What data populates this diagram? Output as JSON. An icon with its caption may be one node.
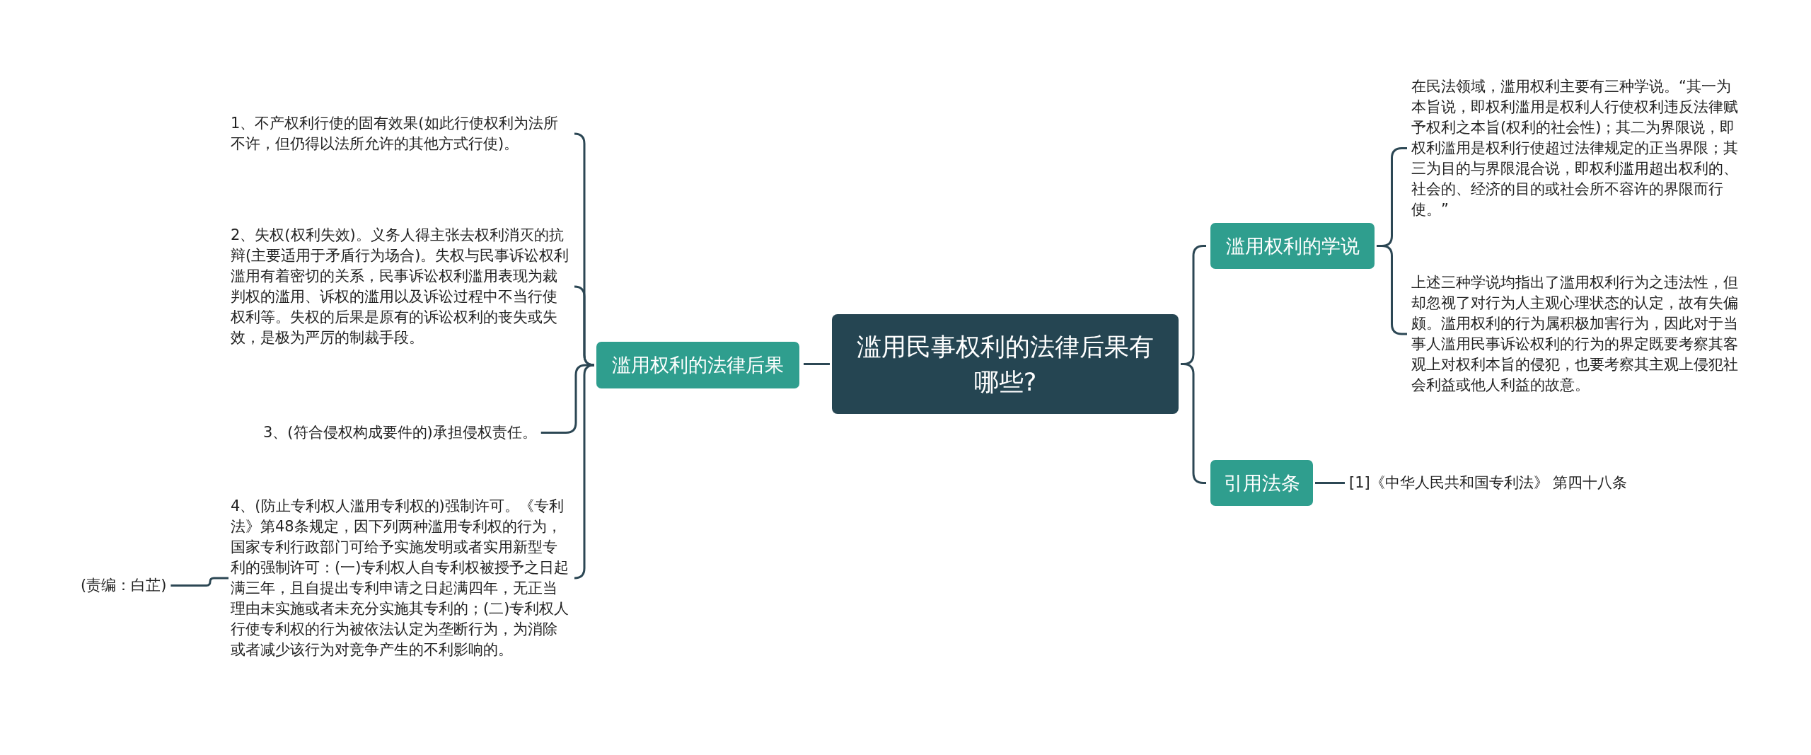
{
  "diagram": {
    "nodes": [
      {
        "text": [
          "滥用民事权利的法律后果有哪些?"
        ]
      },
      {
        "text": [
          "滥用权利的法律后果"
        ]
      },
      {
        "text": [
          "1、不产权利行使的固有效果(如此行使权利为法所不许，但仍得以法所允许的其他方式行使)。"
        ]
      },
      {
        "text": [
          "2、失权(权利失效)。义务人得主张去权利消灭的抗辩(主要适用于矛盾行为场合)。失权与民事诉讼权利滥用有着密切的关系，民事诉讼权利滥用表现为裁判权的滥用、诉权的滥用以及诉讼过程中不当行使权利等。失权的后果是原有的诉讼权利的丧失或失效，是极为严厉的制裁手段。"
        ]
      },
      {
        "text": [
          "3、(符合侵权构成要件的)承担侵权责任。"
        ]
      },
      {
        "text": [
          "4、(防止专利权人滥用专利权的)强制许可。《专利法》第48条规定，因下列两种滥用专利权的行为，国家专利行政部门可给予实施发明或者实用新型专利的强制许可：(一)专利权人自专利权被授予之日起满三年，且自提出专利申请之日起满四年，无正当理由未实施或者未充分实施其专利的；(二)专利权人行使专利权的行为被依法认定为垄断行为，为消除或者减少该行为对竞争产生的不利影响的。"
        ]
      },
      {
        "text": [
          "(责编：白芷)"
        ]
      },
      {
        "text": [
          "滥用权利的学说"
        ]
      },
      {
        "text": [
          "在民法领域，滥用权利主要有三种学说。“其一为本旨说，即权利滥用是权利人行使权利违反法律赋予权利之本旨(权利的社会性)；其二为界限说，即权利滥用是权利行使超过法律规定的正当界限；其三为目的与界限混合说，即权利滥用超出权利的、社会的、经济的目的或社会所不容许的界限而行使。”"
        ]
      },
      {
        "text": [
          "上述三种学说均指出了滥用权利行为之违法性，但却忽视了对行为人主观心理状态的认定，故有失偏颇。滥用权利的行为属积极加害行为，因此对于当事人滥用民事诉讼权利的行为的界定既要考察其客观上对权利本旨的侵犯，也要考察其主观上侵犯社会利益或他人利益的故意。"
        ]
      },
      {
        "text": [
          "引用法条"
        ]
      },
      {
        "text": [
          "[1]《中华人民共和国专利法》 第四十八条"
        ]
      }
    ],
    "edges": [
      {
        "from": 0,
        "to": 1,
        "arrow": "none"
      },
      {
        "from": 1,
        "to": 2,
        "arrow": "none"
      },
      {
        "from": 1,
        "to": 3,
        "arrow": "none"
      },
      {
        "from": 1,
        "to": 4,
        "arrow": "none"
      },
      {
        "from": 1,
        "to": 5,
        "arrow": "none"
      },
      {
        "from": 5,
        "to": 6,
        "arrow": "none"
      },
      {
        "from": 0,
        "to": 7,
        "arrow": "none"
      },
      {
        "from": 0,
        "to": 10,
        "arrow": "none"
      },
      {
        "from": 7,
        "to": 8,
        "arrow": "none"
      },
      {
        "from": 7,
        "to": 9,
        "arrow": "none"
      },
      {
        "from": 10,
        "to": 11,
        "arrow": "none"
      }
    ]
  }
}
